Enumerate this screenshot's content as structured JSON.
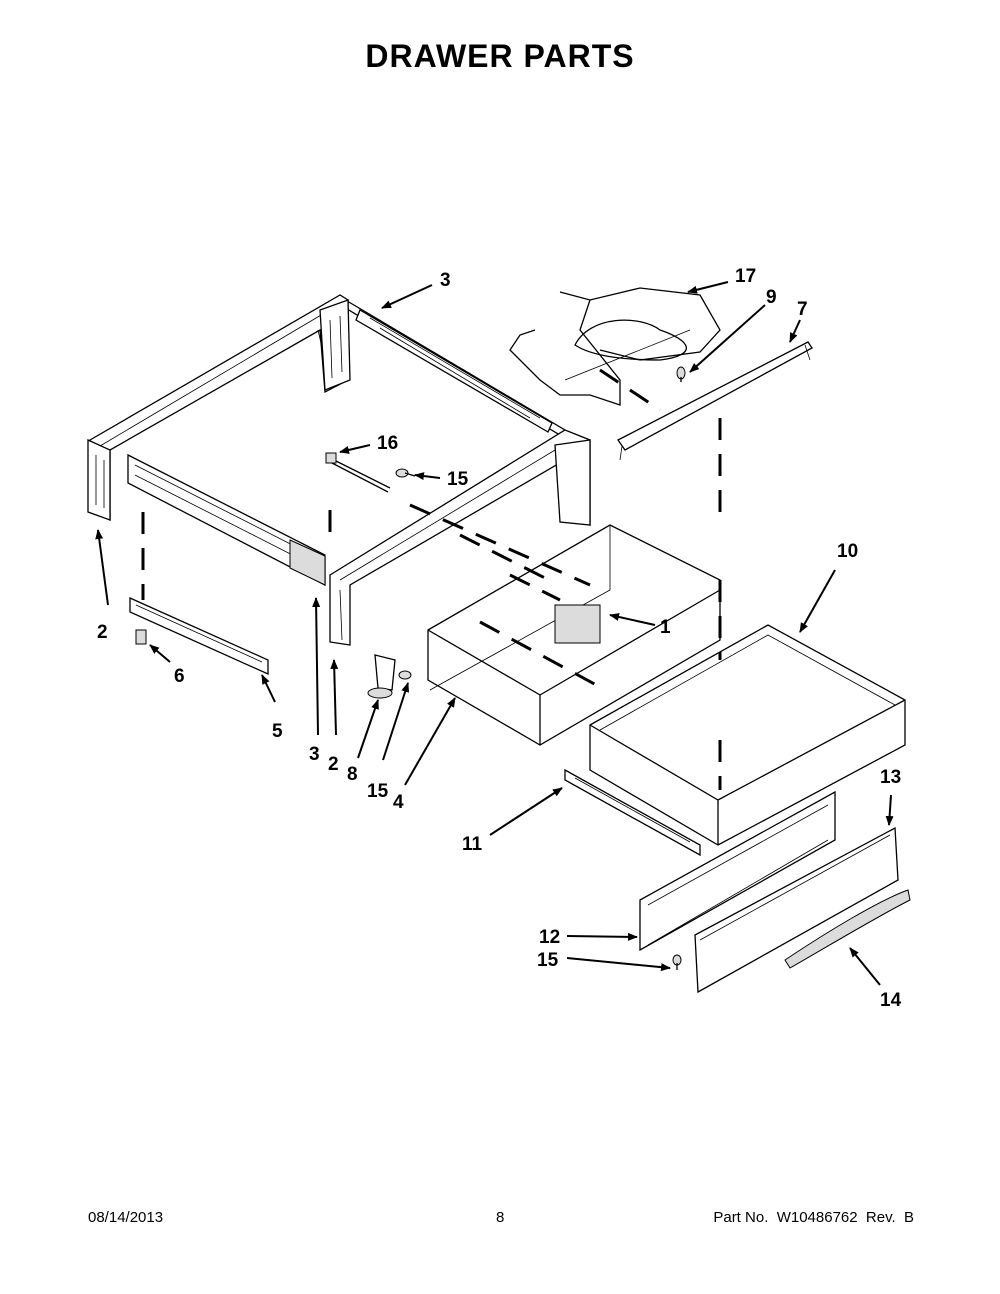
{
  "page": {
    "title": "DRAWER PARTS"
  },
  "callouts": [
    "3",
    "17",
    "9",
    "7",
    "16",
    "15",
    "2",
    "6",
    "5",
    "3",
    "2",
    "8",
    "15",
    "4",
    "10",
    "1",
    "11",
    "13",
    "12",
    "15",
    "14"
  ],
  "footer": {
    "date": "08/14/2013",
    "page_number": "8",
    "part_number": "Part No.  W10486762  Rev.  B"
  }
}
